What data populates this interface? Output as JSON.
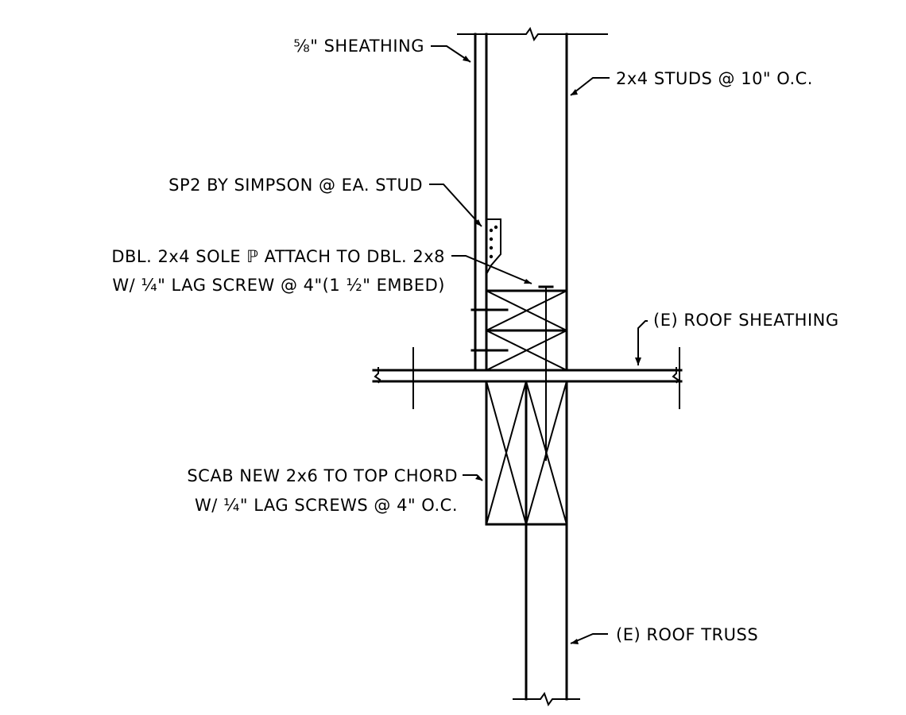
{
  "callouts": {
    "sheathing": "⅝\" SHEATHING",
    "studs": "2x4 STUDS @ 10\" O.C.",
    "clip": "SP2 BY SIMPSON @ EA. STUD",
    "sole_plate_line1": "DBL. 2x4 SOLE ℙ ATTACH TO DBL. 2x8",
    "sole_plate_line2": "W/ ¼\" LAG SCREW @ 4\"(1 ½\" EMBED)",
    "roof_sheathing": "(E) ROOF SHEATHING",
    "scab_line1": "SCAB NEW 2x6 TO TOP CHORD",
    "scab_line2": "W/ ¼\" LAG SCREWS @ 4\" O.C.",
    "roof_truss": "(E) ROOF TRUSS"
  },
  "colors": {
    "line": "#000000",
    "background": "#ffffff"
  }
}
